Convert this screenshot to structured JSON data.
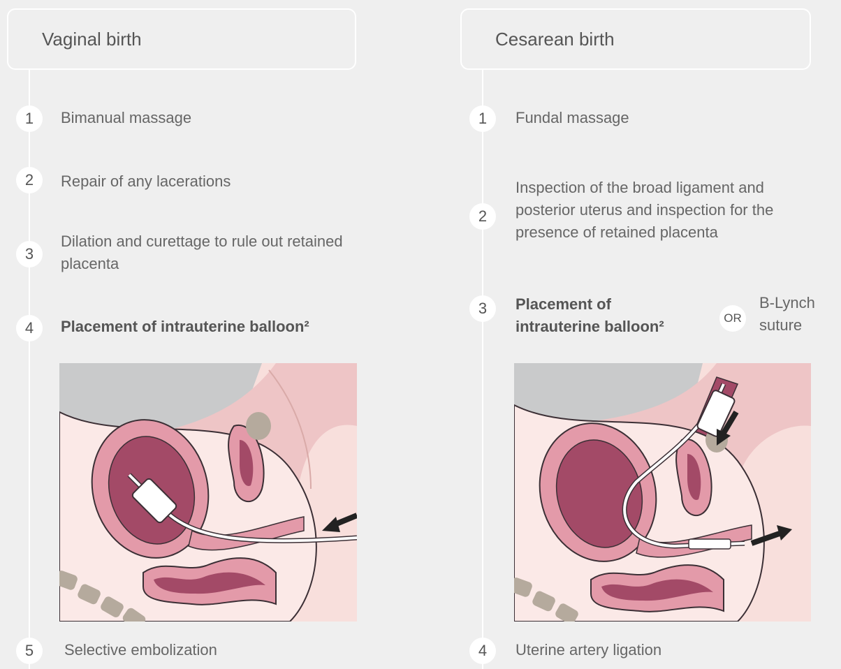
{
  "vaginal": {
    "title": "Vaginal birth",
    "steps": [
      {
        "num": "1",
        "text": "Bimanual massage"
      },
      {
        "num": "2",
        "text": "Repair of any lacerations"
      },
      {
        "num": "3",
        "text": "Dilation and curettage to rule out retained placenta"
      },
      {
        "num": "4",
        "text": "Placement of intrauterine balloon²"
      },
      {
        "num": "5",
        "text": "Selective embolization"
      }
    ]
  },
  "cesarean": {
    "title": "Cesarean birth",
    "steps": [
      {
        "num": "1",
        "text": "Fundal massage"
      },
      {
        "num": "2",
        "text": "Inspection of the broad ligament and posterior uterus and inspection for the presence of retained placenta"
      },
      {
        "num": "3",
        "text": "Placement of intrauterine balloon²",
        "alt_label": "OR",
        "alt_text": "B-Lynch suture"
      },
      {
        "num": "4",
        "text": "Uterine artery ligation"
      }
    ]
  },
  "colors": {
    "background": "#efefef",
    "line": "#ffffff",
    "tissue_light": "#f8dfdc",
    "tissue_mid": "#eec5c6",
    "uterus_dark": "#a34a67",
    "uterus_wall": "#e39aa9",
    "bone": "#b5aa9d",
    "gray_block": "#c9cacb"
  }
}
